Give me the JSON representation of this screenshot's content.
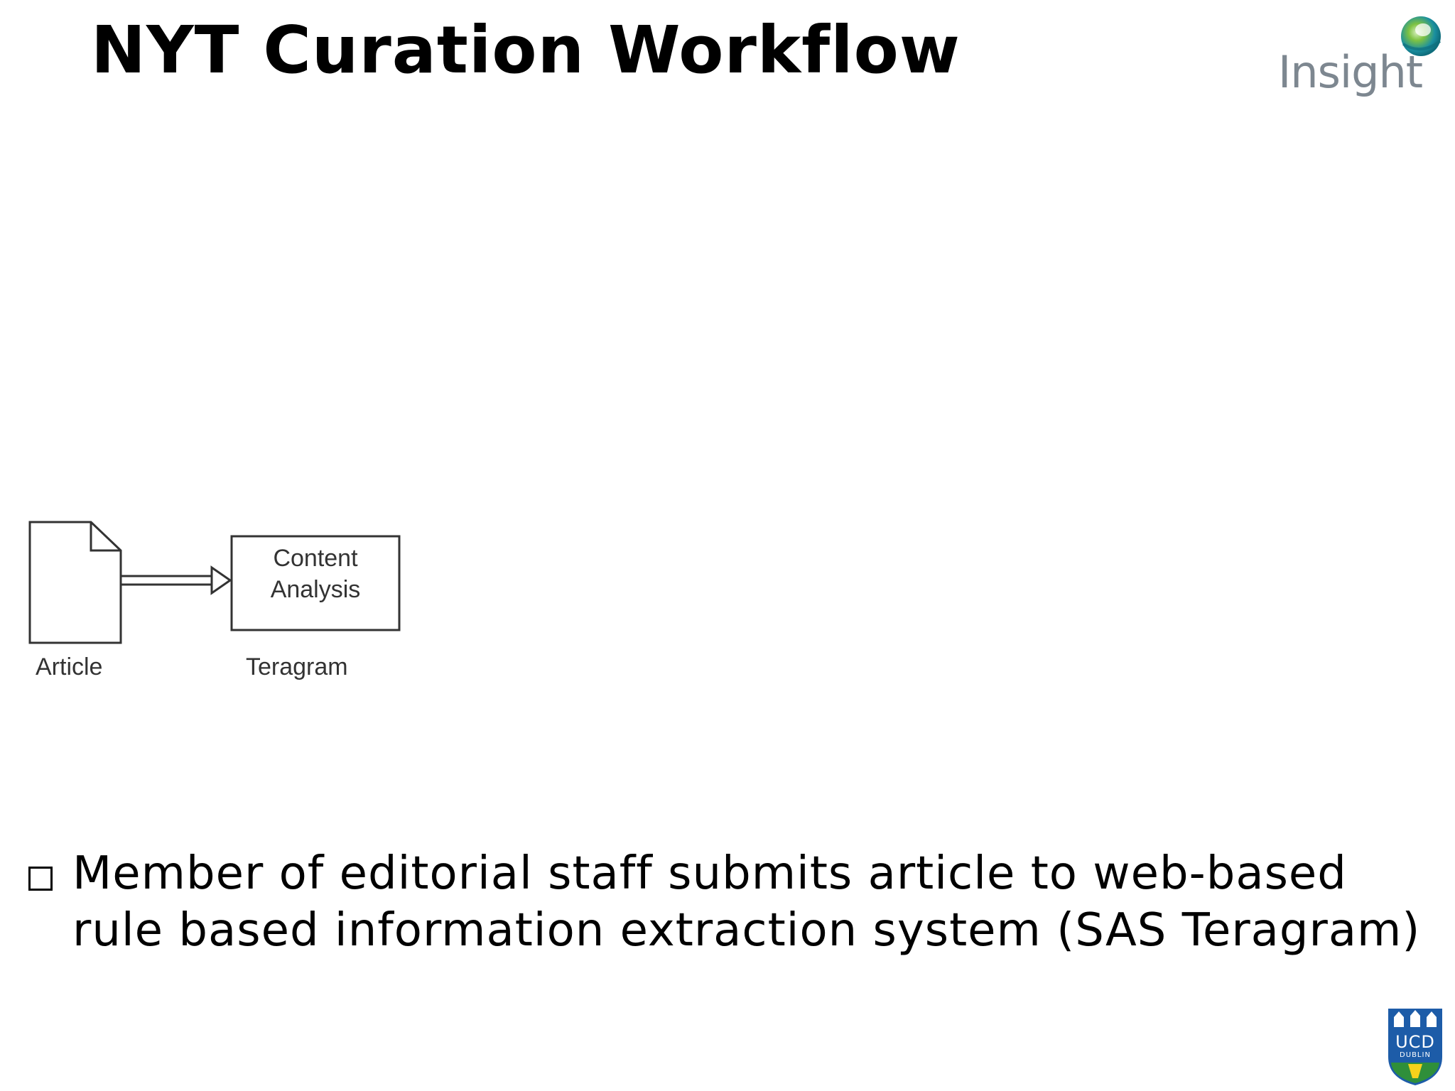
{
  "slide": {
    "title": "NYT Curation Workflow",
    "logo_text": "Insight",
    "bullet_text": "Member of editorial staff submits article to web-based rule based information extraction system (SAS Teragram)"
  },
  "diagram": {
    "document_label": "Article",
    "box_label": "Content Analysis",
    "box_caption": "Teragram"
  },
  "ucd_logo": {
    "line1": "UCD",
    "line2": "DUBLIN"
  },
  "colors": {
    "insight_text": "#7d8790",
    "insight_orb_teal": "#1a8fa0",
    "insight_orb_green": "#7ec242",
    "ucd_blue": "#1d5ca8",
    "ucd_green": "#2f8f3a",
    "ucd_yellow": "#f5d21b"
  }
}
